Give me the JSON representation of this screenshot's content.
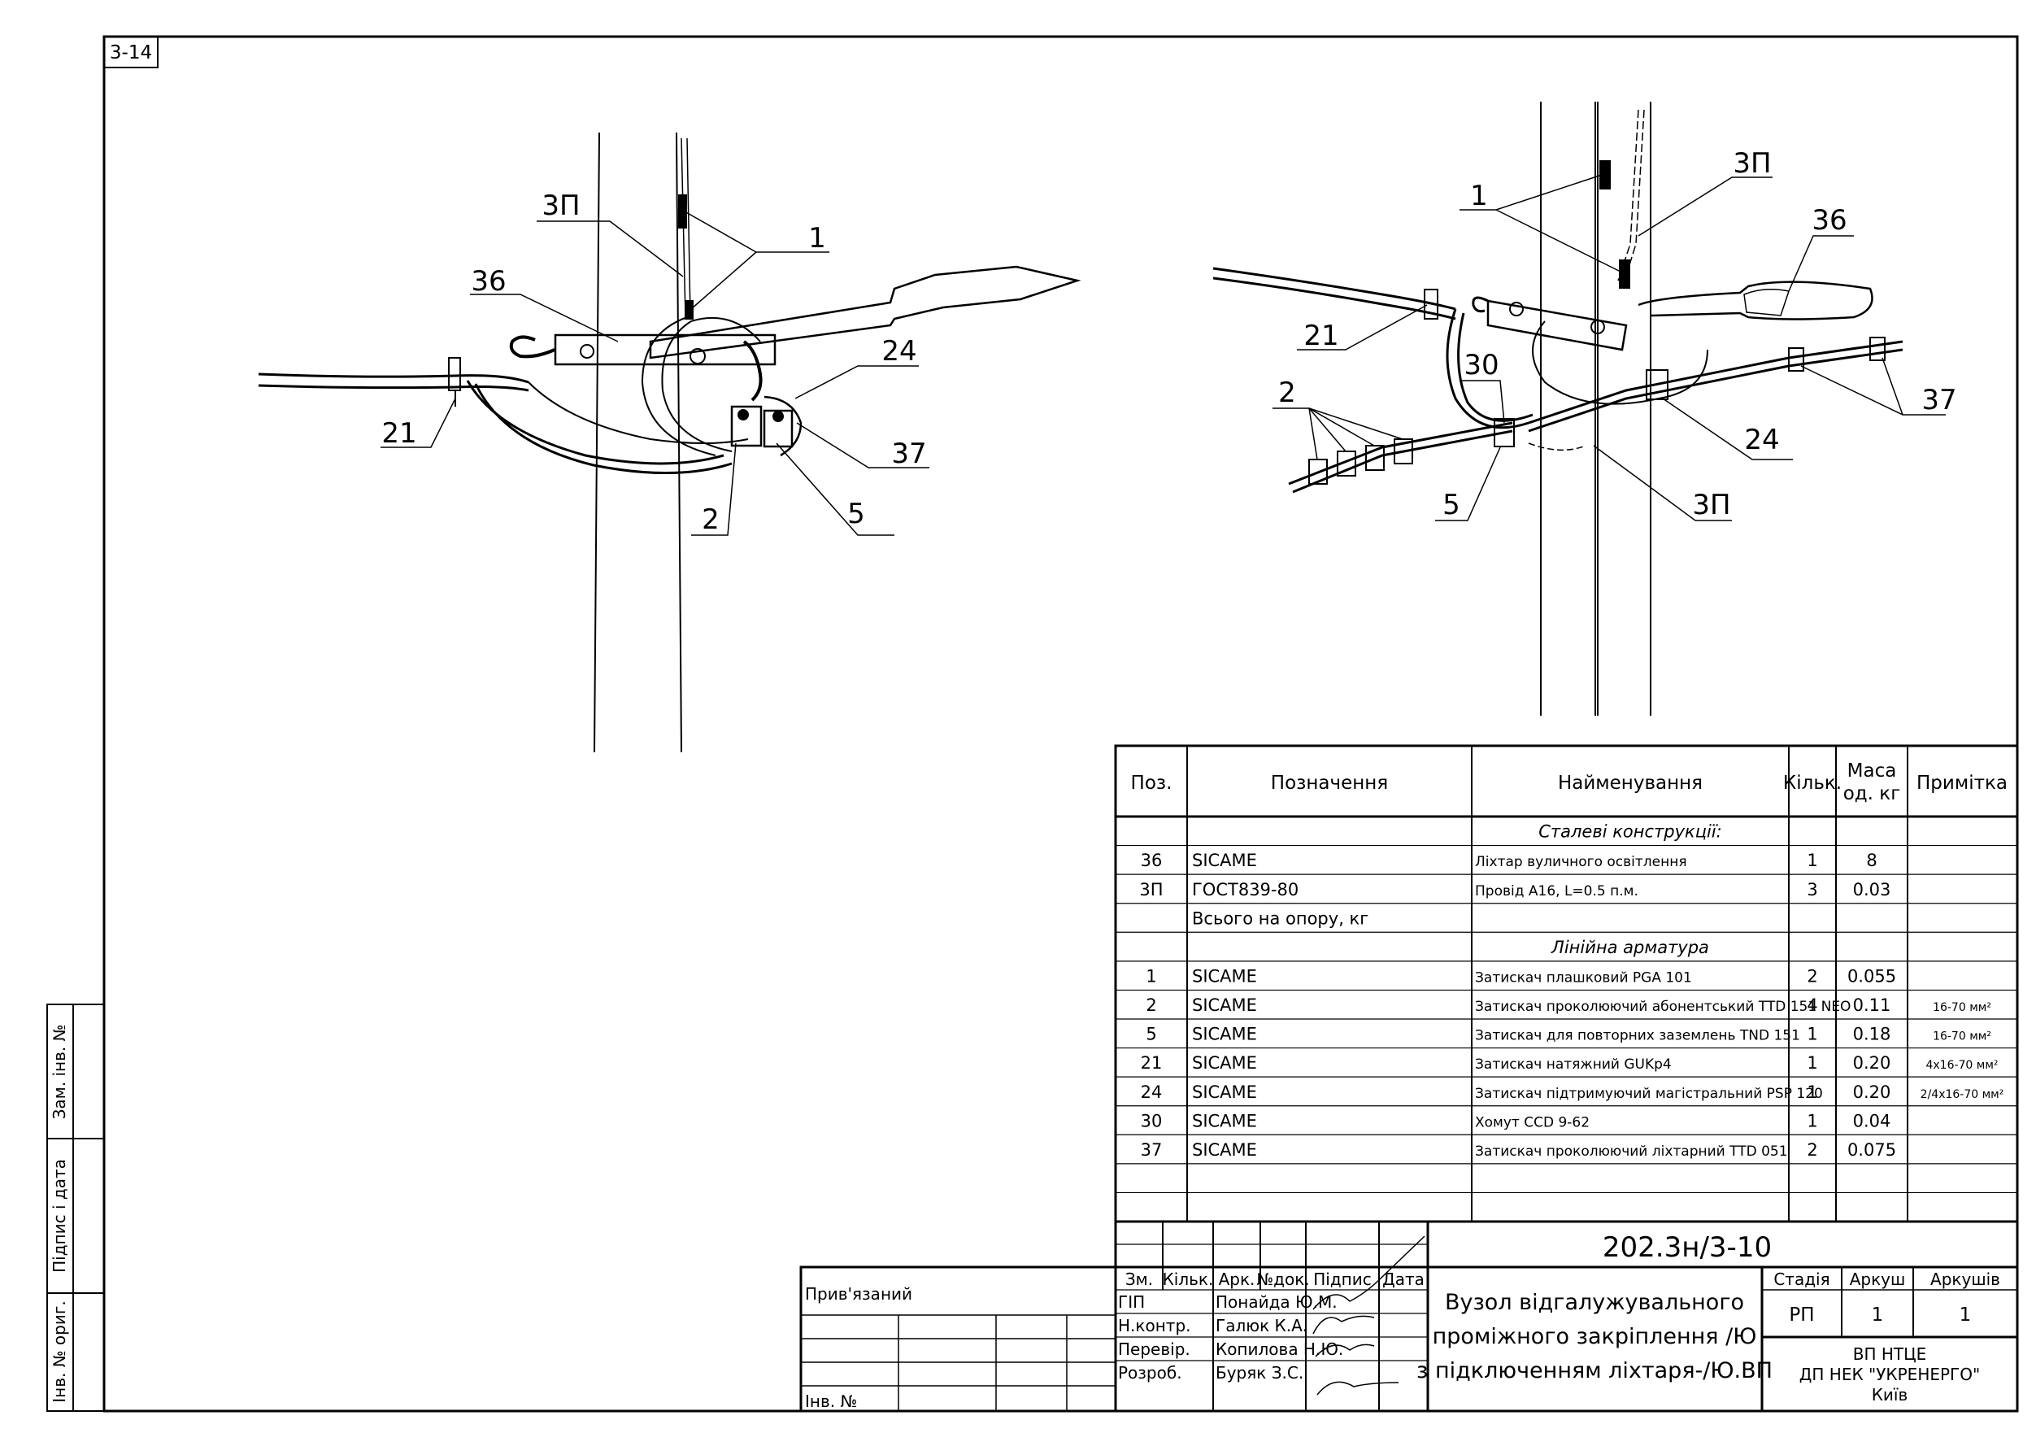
{
  "sheet_code": "3-14",
  "left_view": {
    "callouts": [
      "3П",
      "1",
      "36",
      "24",
      "21",
      "37",
      "2",
      "5"
    ]
  },
  "right_view": {
    "callouts": [
      "3П",
      "1",
      "36",
      "21",
      "30",
      "37",
      "2",
      "24",
      "5",
      "3П"
    ]
  },
  "spec_table": {
    "headers": {
      "pos": "Поз.",
      "designation": "Позначення",
      "name": "Найменування",
      "qty": "Кільк.",
      "mass_line1": "Маса",
      "mass_line2": "од. кг",
      "note": "Примітка"
    },
    "rows": [
      {
        "pos": "",
        "designation": "",
        "name": "Сталеві конструкції:",
        "qty": "",
        "mass": "",
        "note": "",
        "section": true
      },
      {
        "pos": "36",
        "designation": "SICAME",
        "name": "Ліхтар вуличного освітлення",
        "qty": "1",
        "mass": "8",
        "note": ""
      },
      {
        "pos": "3П",
        "designation": "ГОСТ839-80",
        "name": "Провід А16, L=0.5 п.м.",
        "qty": "3",
        "mass": "0.03",
        "note": ""
      },
      {
        "pos": "",
        "designation": "Всього на опору, кг",
        "name": "",
        "qty": "",
        "mass": "",
        "note": ""
      },
      {
        "pos": "",
        "designation": "",
        "name": "Лінійна арматура",
        "qty": "",
        "mass": "",
        "note": "",
        "section": true
      },
      {
        "pos": "1",
        "designation": "SICAME",
        "name": "Затискач плашковий PGA 101",
        "qty": "2",
        "mass": "0.055",
        "note": ""
      },
      {
        "pos": "2",
        "designation": "SICAME",
        "name": "Затискач проколюючий абонентський TTD 151 NEO",
        "qty": "4",
        "mass": "0.11",
        "note": "16-70 мм²"
      },
      {
        "pos": "5",
        "designation": "SICAME",
        "name": "Затискач для повторних заземлень TND 151",
        "qty": "1",
        "mass": "0.18",
        "note": "16-70 мм²"
      },
      {
        "pos": "21",
        "designation": "SICAME",
        "name": "Затискач натяжний GUKp4",
        "qty": "1",
        "mass": "0.20",
        "note": "4x16-70 мм²"
      },
      {
        "pos": "24",
        "designation": "SICAME",
        "name": "Затискач підтримуючий магістральний PSP 120",
        "qty": "1",
        "mass": "0.20",
        "note": "2/4x16-70 мм²"
      },
      {
        "pos": "30",
        "designation": "SICAME",
        "name": "Хомут CCD 9-62",
        "qty": "1",
        "mass": "0.04",
        "note": ""
      },
      {
        "pos": "37",
        "designation": "SICAME",
        "name": "Затискач проколюючий ліхтарний TTD 051",
        "qty": "2",
        "mass": "0.075",
        "note": ""
      },
      {
        "pos": "",
        "designation": "",
        "name": "",
        "qty": "",
        "mass": "",
        "note": ""
      },
      {
        "pos": "",
        "designation": "",
        "name": "",
        "qty": "",
        "mass": "",
        "note": ""
      }
    ]
  },
  "title_block": {
    "doc_code": "202.3н/3-10",
    "header_cols": [
      "Зм.",
      "Кільк.",
      "Арк.",
      "№док.",
      "Підпис",
      "Дата"
    ],
    "roles": [
      {
        "role": "ГІП",
        "name": "Понайда Ю.М."
      },
      {
        "role": "Н.контр.",
        "name": "Галюк К.А."
      },
      {
        "role": "Перевір.",
        "name": "Копилова Н.Ю."
      },
      {
        "role": "Розроб.",
        "name": "Буряк З.С."
      }
    ],
    "title_lines": [
      "Вузол відгалужувального",
      "проміжного закріплення /Ю",
      "з підключенням ліхтаря-/Ю.ВП"
    ],
    "stage_label": "Стадія",
    "sheet_label": "Аркуш",
    "sheets_label": "Аркушів",
    "stage": "РП",
    "sheet": "1",
    "sheets": "1",
    "org_lines": [
      "ВП НТЦЕ",
      "ДП НЕК \"УКРЕНЕРГО\"",
      "Київ"
    ]
  },
  "binding": {
    "label": "Прив'язаний",
    "inv_label": "Інв. №"
  },
  "side_stamps": [
    "Зам. інв. №",
    "Підпис і дата",
    "Інв. № ориг."
  ]
}
